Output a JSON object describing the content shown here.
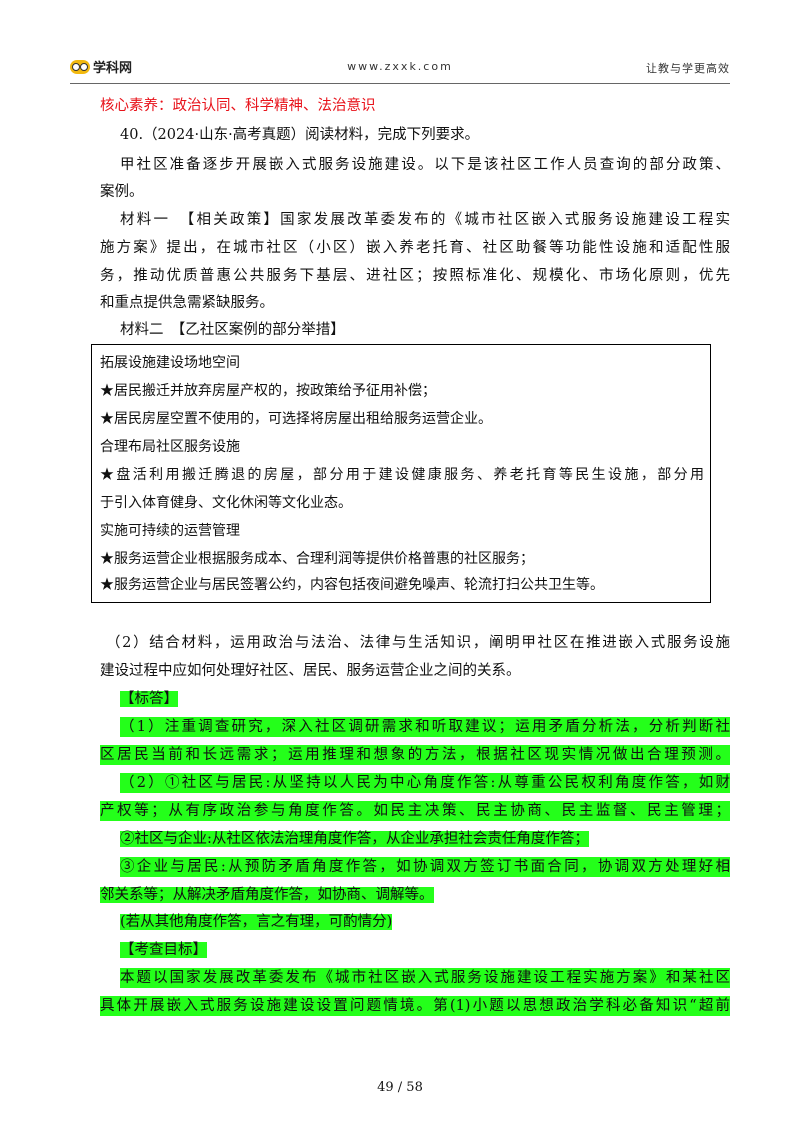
{
  "header": {
    "logo_text": "学科网",
    "site_url": "www.zxxk.com",
    "slogan": "让教与学更高效"
  },
  "question": {
    "core_literacy": "核心素养：政治认同、科学精神、法治意识",
    "number_line": "40.（2024·山东·高考真题）阅读材料，完成下列要求。",
    "intro_l1": "甲社区准备逐步开展嵌入式服务设施建设。以下是该社区工作人员查询的部分政策、",
    "intro_l2": "案例。",
    "mat1_l1": "材料一　【相关政策】国家发展改革委发布的《城市社区嵌入式服务设施建设工程实",
    "mat1_l2": "施方案》提出，在城市社区（小区）嵌入养老托育、社区助餐等功能性设施和适配性服",
    "mat1_l3": "务，推动优质普惠公共服务下基层、进社区；按照标准化、规模化、市场化原则，优先",
    "mat1_l4": "和重点提供急需紧缺服务。",
    "mat2_title": "材料二　【乙社区案例的部分举措】"
  },
  "box": {
    "h1": "拓展设施建设场地空间",
    "b1": "★居民搬迁并放弃房屋产权的，按政策给予征用补偿；",
    "b2": "★居民房屋空置不使用的，可选择将房屋出租给服务运营企业。",
    "h2": "合理布局社区服务设施",
    "b3_l1": "★盘活利用搬迁腾退的房屋，部分用于建设健康服务、养老托育等民生设施，部分用",
    "b3_l2": "于引入体育健身、文化休闲等文化业态。",
    "h3": "实施可持续的运营管理",
    "b4": "★服务运营企业根据服务成本、合理利润等提供价格普惠的社区服务；",
    "b5": "★服务运营企业与居民签署公约，内容包括夜间避免噪声、轮流打扫公共卫生等。"
  },
  "sub_question": {
    "l1": "（2）结合材料，运用政治与法治、法律与生活知识，阐明甲社区在推进嵌入式服务设施",
    "l2": "建设过程中应如何处理好社区、居民、服务运营企业之间的关系。"
  },
  "answer": {
    "label": "【标答】",
    "p1_l1": "（1）注重调查研究，深入社区调研需求和听取建议；运用矛盾分析法，分析判断社",
    "p1_l2": "区居民当前和长远需求；运用推理和想象的方法，根据社区现实情况做出合理预测。",
    "p2_l1": "（2）①社区与居民:从坚持以人民为中心角度作答:从尊重公民权利角度作答，如财",
    "p2_l2": "产权等；从有序政治参与角度作答。如民主决策、民主协商、民主监督、民主管理；",
    "p3": "②社区与企业:从社区依法治理角度作答，从企业承担社会责任角度作答；",
    "p4_l1": "③企业与居民:从预防矛盾角度作答，如协调双方签订书面合同，协调双方处理好相",
    "p4_l2": "邻关系等；从解决矛盾角度作答，如协商、调解等。",
    "note": "(若从其他角度作答，言之有理，可酌情分)"
  },
  "analysis": {
    "label": "【考查目标】",
    "l1": "本题以国家发展改革委发布《城市社区嵌入式服务设施建设工程实施方案》和某社区",
    "l2": "具体开展嵌入式服务设施建设设置问题情境。第(1)小题以思想政治学科必备知识“超前"
  },
  "footer": {
    "page_number": "49 / 58"
  },
  "colors": {
    "core_literacy": "#e8121a",
    "highlight": "#24ff1a"
  }
}
